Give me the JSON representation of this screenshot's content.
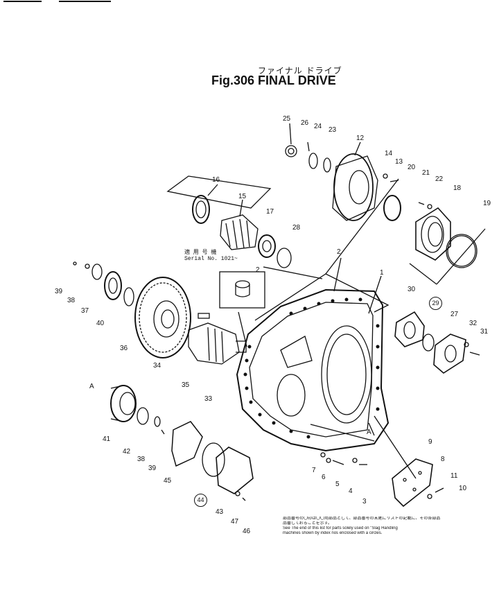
{
  "figure": {
    "title_jp": "ファイナル ドライブ",
    "title": "Fig.306 FINAL DRIVE"
  },
  "serial_note": {
    "line1": "適 用 号 機",
    "line2": "Serial No. 1021~"
  },
  "footnote": {
    "lines": [
      "部品番号の〇印は〇〇用部品として、部品番号の末尾にリストの記載に、その各部品",
      "品番しておることを示す。",
      "See The end of this list for parts solely used on \"Slag Handling",
      "machines shown by index nos enclosed with a circles."
    ]
  },
  "callouts": {
    "c1": "1",
    "c2": "2",
    "c2b": "2",
    "c3": "3",
    "c4": "4",
    "c5": "5",
    "c6": "6",
    "c7": "7",
    "c8": "8",
    "c9": "9",
    "c10": "10",
    "c11": "11",
    "c12": "12",
    "c13": "13",
    "c14": "14",
    "c15": "15",
    "c16": "16",
    "c17": "17",
    "c18": "18",
    "c19": "19",
    "c20": "20",
    "c21": "21",
    "c22": "22",
    "c23": "23",
    "c24": "24",
    "c25": "25",
    "c26": "26",
    "c27": "27",
    "c28": "28",
    "c29": "29",
    "c30": "30",
    "c31": "31",
    "c32": "32",
    "c33": "33",
    "c34": "34",
    "c35": "35",
    "c36": "36",
    "c37": "37",
    "c38": "38",
    "c38b": "38",
    "c39": "39",
    "c39b": "39",
    "c40": "40",
    "c41": "41",
    "c42": "42",
    "c43": "43",
    "c44": "44",
    "c45": "45",
    "c46": "46",
    "c47": "47",
    "cA1": "A",
    "cA2": "A"
  },
  "colors": {
    "ink": "#111111",
    "paper": "#ffffff"
  }
}
